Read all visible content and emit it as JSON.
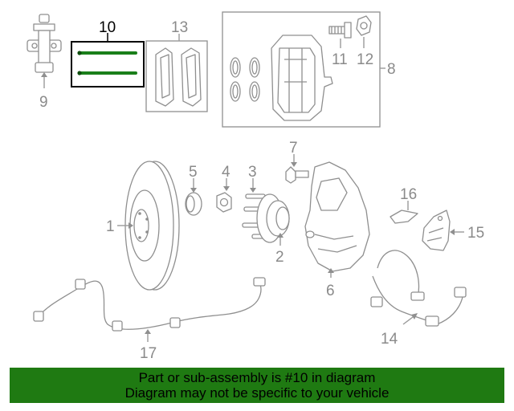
{
  "diagram": {
    "callouts": {
      "c1": "1",
      "c2": "2",
      "c3": "3",
      "c4": "4",
      "c5": "5",
      "c6": "6",
      "c7": "7",
      "c8": "8",
      "c9": "9",
      "c10": "10",
      "c11": "11",
      "c12": "12",
      "c13": "13",
      "c14": "14",
      "c15": "15",
      "c16": "16",
      "c17": "17"
    },
    "highlighted_part": "10",
    "highlight_color": "#1a7f1a",
    "line_color": "#8f8f8f"
  },
  "banner": {
    "line1": "Part or sub-assembly is #10 in diagram",
    "line2": "Diagram may not be specific to your vehicle",
    "background": "#1f7a12",
    "text_color": "#000000"
  }
}
